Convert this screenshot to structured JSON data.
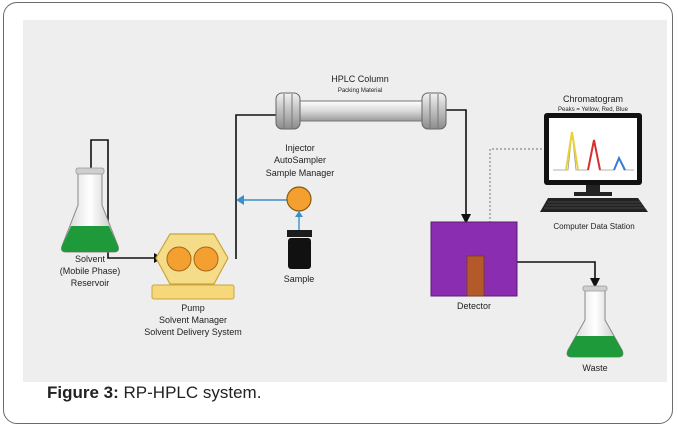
{
  "column": {
    "title": "HPLC Column",
    "subtitle": "Packing Material"
  },
  "injector": {
    "lines": [
      "Injector",
      "AutoSampler",
      "Sample Manager"
    ]
  },
  "reservoir": {
    "lines": [
      "Solvent",
      "(Mobile Phase)",
      "Reservoir"
    ]
  },
  "pump": {
    "lines": [
      "Pump",
      "Solvent Manager",
      "Solvent Delivery System"
    ]
  },
  "sample": {
    "label": "Sample"
  },
  "detector": {
    "label": "Detector"
  },
  "waste": {
    "label": "Waste"
  },
  "chromatogram": {
    "title": "Chromatogram",
    "subtitle": "Peaks = Yellow, Red, Blue"
  },
  "station": {
    "label": "Computer Data Station"
  },
  "caption": {
    "prefix": "Figure 3:",
    "text": " RP-HPLC system."
  },
  "colors": {
    "liquid": "#1f9a3a",
    "pump_body": "#f3d57a",
    "pump_ball": "#f4a030",
    "detector": "#8a2db0",
    "cell": "#b45a2a",
    "inject_arrow": "#3a8fc8",
    "peak_yellow": "#e8d23a",
    "peak_red": "#d83030",
    "peak_blue": "#3a7ad8"
  }
}
